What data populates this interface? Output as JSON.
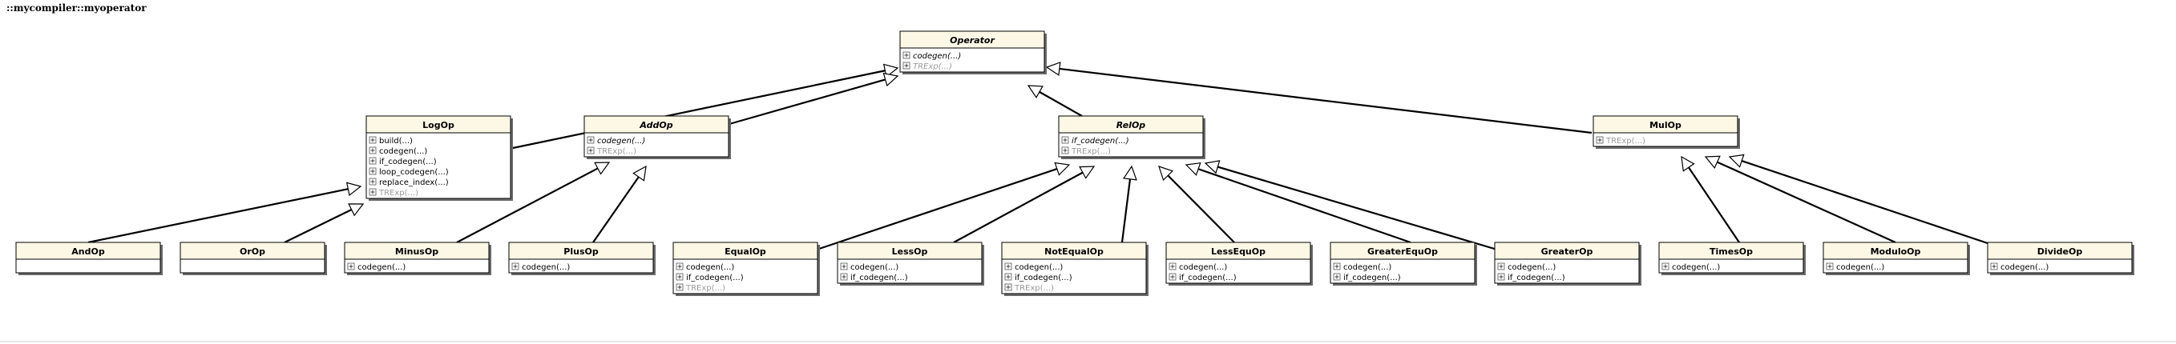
{
  "diagram": {
    "package": "::mycompiler::myoperator",
    "classes": [
      {
        "id": "Operator",
        "name": "Operator",
        "abstract": true,
        "methods": [
          {
            "text": "codegen(...)",
            "abstract": true
          },
          {
            "text": "TRExp(...)",
            "inherited": true,
            "abstract": true
          }
        ]
      },
      {
        "id": "LogOp",
        "name": "LogOp",
        "methods": [
          {
            "text": "build(...)"
          },
          {
            "text": "codegen(...)"
          },
          {
            "text": "if_codegen(...)"
          },
          {
            "text": "loop_codegen(...)"
          },
          {
            "text": "replace_index(...)"
          },
          {
            "text": "TRExp(...)",
            "inherited": true
          }
        ]
      },
      {
        "id": "AddOp",
        "name": "AddOp",
        "abstract": true,
        "methods": [
          {
            "text": "codegen(...)",
            "abstract": true
          },
          {
            "text": "TRExp(...)",
            "inherited": true
          }
        ]
      },
      {
        "id": "RelOp",
        "name": "RelOp",
        "abstract": true,
        "methods": [
          {
            "text": "if_codegen(...)",
            "abstract": true
          },
          {
            "text": "TRExp(...)",
            "inherited": true
          }
        ]
      },
      {
        "id": "MulOp",
        "name": "MulOp",
        "methods": [
          {
            "text": "TRExp(...)",
            "inherited": true
          }
        ]
      },
      {
        "id": "AndOp",
        "name": "AndOp",
        "methods": []
      },
      {
        "id": "OrOp",
        "name": "OrOp",
        "methods": []
      },
      {
        "id": "MinusOp",
        "name": "MinusOp",
        "methods": [
          {
            "text": "codegen(...)"
          }
        ]
      },
      {
        "id": "PlusOp",
        "name": "PlusOp",
        "methods": [
          {
            "text": "codegen(...)"
          }
        ]
      },
      {
        "id": "EqualOp",
        "name": "EqualOp",
        "methods": [
          {
            "text": "codegen(...)"
          },
          {
            "text": "if_codegen(...)"
          },
          {
            "text": "TRExp(...)",
            "inherited": true
          }
        ]
      },
      {
        "id": "LessOp",
        "name": "LessOp",
        "methods": [
          {
            "text": "codegen(...)"
          },
          {
            "text": "if_codegen(...)"
          }
        ]
      },
      {
        "id": "NotEqualOp",
        "name": "NotEqualOp",
        "methods": [
          {
            "text": "codegen(...)"
          },
          {
            "text": "if_codegen(...)"
          },
          {
            "text": "TRExp(...)",
            "inherited": true
          }
        ]
      },
      {
        "id": "LessEquOp",
        "name": "LessEquOp",
        "methods": [
          {
            "text": "codegen(...)"
          },
          {
            "text": "if_codegen(...)"
          }
        ]
      },
      {
        "id": "GreaterEquOp",
        "name": "GreaterEquOp",
        "methods": [
          {
            "text": "codegen(...)"
          },
          {
            "text": "if_codegen(...)"
          }
        ]
      },
      {
        "id": "GreaterOp",
        "name": "GreaterOp",
        "methods": [
          {
            "text": "codegen(...)"
          },
          {
            "text": "if_codegen(...)"
          }
        ]
      },
      {
        "id": "TimesOp",
        "name": "TimesOp",
        "methods": [
          {
            "text": "codegen(...)"
          }
        ]
      },
      {
        "id": "ModuloOp",
        "name": "ModuloOp",
        "methods": [
          {
            "text": "codegen(...)"
          }
        ]
      },
      {
        "id": "DivideOp",
        "name": "DivideOp",
        "methods": [
          {
            "text": "codegen(...)"
          }
        ]
      }
    ],
    "generalizations": [
      {
        "from": "LogOp",
        "to": "Operator"
      },
      {
        "from": "AddOp",
        "to": "Operator"
      },
      {
        "from": "RelOp",
        "to": "Operator"
      },
      {
        "from": "MulOp",
        "to": "Operator"
      },
      {
        "from": "AndOp",
        "to": "LogOp"
      },
      {
        "from": "OrOp",
        "to": "LogOp"
      },
      {
        "from": "MinusOp",
        "to": "AddOp"
      },
      {
        "from": "PlusOp",
        "to": "AddOp"
      },
      {
        "from": "EqualOp",
        "to": "RelOp"
      },
      {
        "from": "LessOp",
        "to": "RelOp"
      },
      {
        "from": "NotEqualOp",
        "to": "RelOp"
      },
      {
        "from": "LessEquOp",
        "to": "RelOp"
      },
      {
        "from": "GreaterEquOp",
        "to": "RelOp"
      },
      {
        "from": "GreaterOp",
        "to": "RelOp"
      },
      {
        "from": "TimesOp",
        "to": "MulOp"
      },
      {
        "from": "ModuloOp",
        "to": "MulOp"
      },
      {
        "from": "DivideOp",
        "to": "MulOp"
      }
    ]
  }
}
